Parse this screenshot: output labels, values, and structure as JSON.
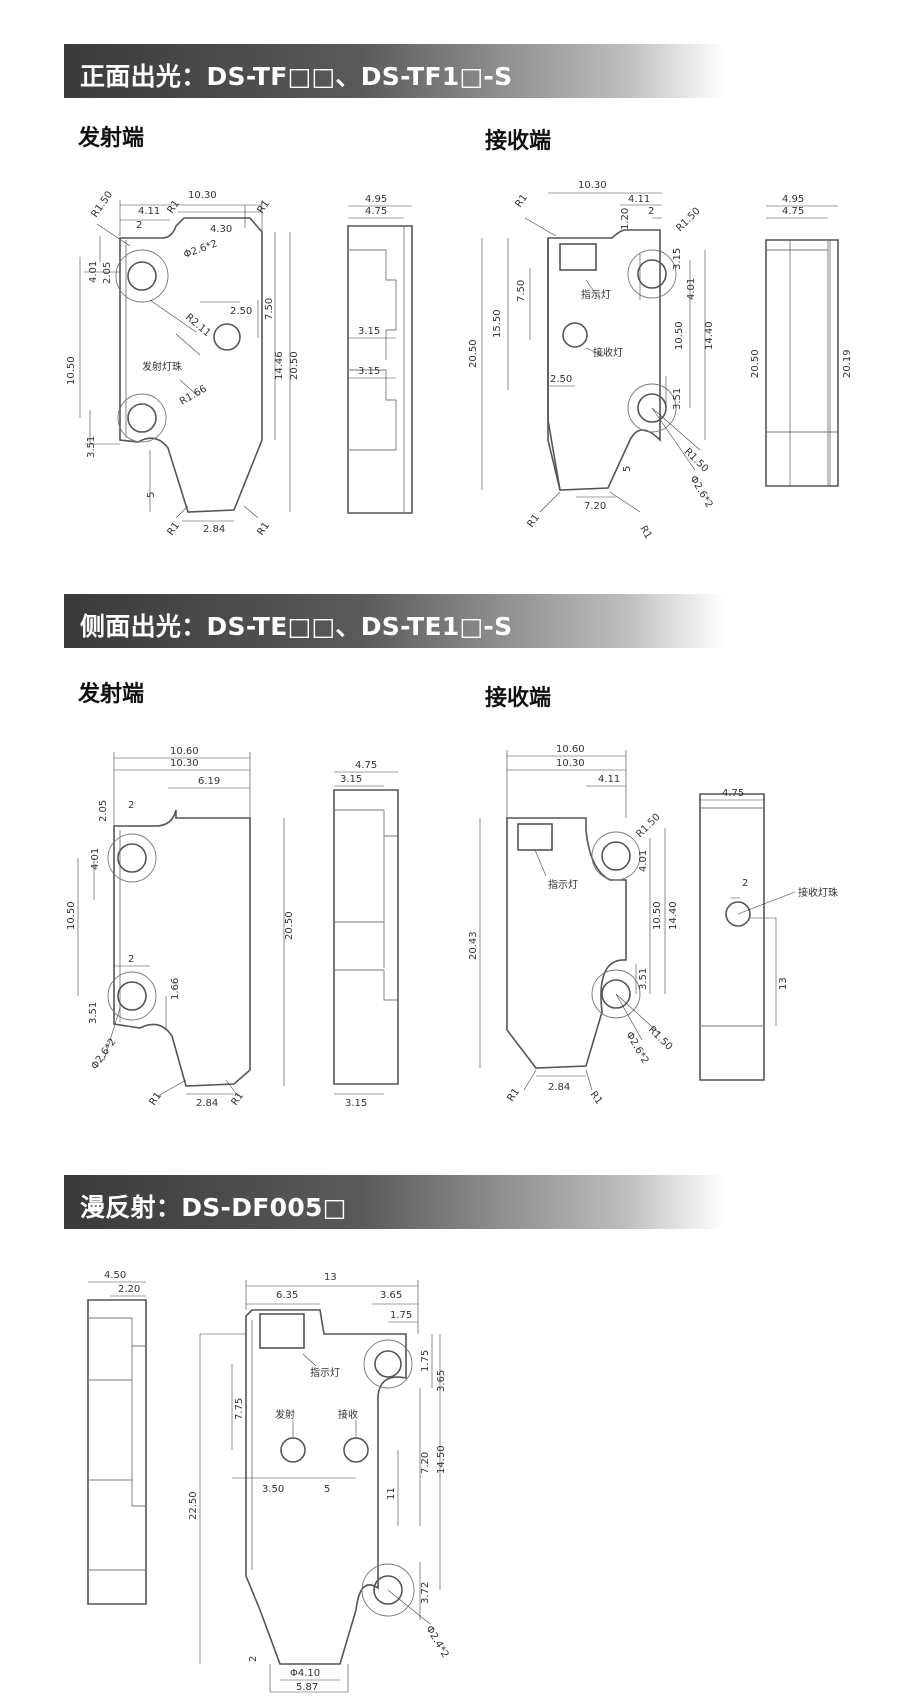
{
  "sections": [
    {
      "title": "正面出光：DS-TF□□、DS-TF1□-S",
      "emitter_label": "发射端",
      "receiver_label": "接收端",
      "emitter": {
        "dims": [
          "10.30",
          "4.11",
          "4.30",
          "2",
          "R1.50",
          "R1",
          "R1",
          "Φ2.6*2",
          "4.01",
          "2.05",
          "R2.11",
          "2.50",
          "7.50",
          "10.50",
          "发射灯珠",
          "R1.66",
          "14.46",
          "20.50",
          "3.51",
          "5",
          "2.84",
          "R1",
          "R1"
        ]
      },
      "emitter_side": {
        "dims": [
          "4.95",
          "4.75",
          "3.15",
          "3.15"
        ]
      },
      "receiver": {
        "dims": [
          "10.30",
          "4.11",
          "R1",
          "1.20",
          "2",
          "R1.50",
          "3.15",
          "4.01",
          "指示灯",
          "7.50",
          "15.50",
          "20.50",
          "接收灯",
          "2.50",
          "10.50",
          "14.40",
          "3.51",
          "5",
          "R1.50",
          "Φ2.6*2",
          "7.20",
          "R1",
          "R1"
        ]
      },
      "receiver_side": {
        "dims": [
          "4.95",
          "4.75",
          "20.50",
          "20.19"
        ]
      }
    },
    {
      "title": "侧面出光：DS-TE□□、DS-TE1□-S",
      "emitter_label": "发射端",
      "receiver_label": "接收端",
      "emitter": {
        "dims": [
          "10.60",
          "10.30",
          "6.19",
          "2.05",
          "2",
          "4.01",
          "10.50",
          "20.50",
          "2",
          "1.66",
          "3.51",
          "Φ2.6*2",
          "R1",
          "R1",
          "2.84"
        ]
      },
      "emitter_side": {
        "dims": [
          "4.75",
          "3.15",
          "3.15"
        ]
      },
      "receiver": {
        "dims": [
          "10.60",
          "10.30",
          "4.11",
          "R1.50",
          "指示灯",
          "4.01",
          "20.43",
          "10.50",
          "14.40",
          "3.51",
          "R1.50",
          "Φ2.6*2",
          "R1",
          "R1",
          "2.84"
        ]
      },
      "receiver_side": {
        "dims": [
          "4.75",
          "2",
          "接收灯珠",
          "13"
        ]
      }
    },
    {
      "title": "漫反射：DS-DF005□",
      "side": {
        "dims": [
          "4.50",
          "2.20"
        ]
      },
      "front": {
        "dims": [
          "13",
          "6.35",
          "3.65",
          "1.75",
          "指示灯",
          "1.75",
          "3.65",
          "7.75",
          "发射",
          "接收",
          "22.50",
          "11",
          "7.20",
          "14.50",
          "3.50",
          "5",
          "3.72",
          "Φ2.4*2",
          "2",
          "Φ4.10",
          "5.87"
        ]
      }
    }
  ]
}
